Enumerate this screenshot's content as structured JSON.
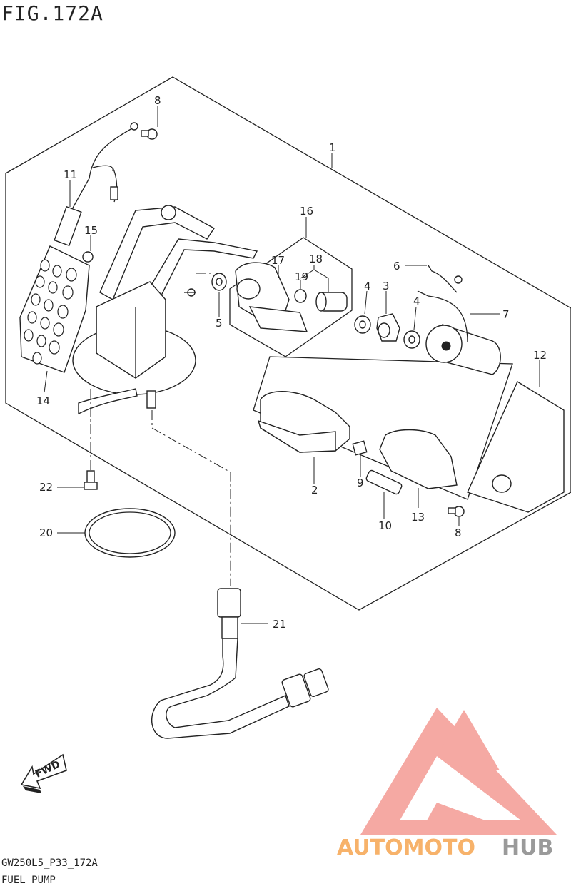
{
  "figure": {
    "title": "FIG.172A"
  },
  "footer": {
    "code": "GW250L5_P33_172A",
    "name": "FUEL PUMP"
  },
  "direction_badge": {
    "label": "FWD"
  },
  "watermark": {
    "brand_left": "AUTOMOTO",
    "brand_right": "HUB",
    "color_left": "#f7b26a",
    "color_right": "#9a9a9a",
    "logo_color": "#f4a09a"
  },
  "callouts": [
    {
      "id": "c1",
      "label": "1"
    },
    {
      "id": "c2",
      "label": "2"
    },
    {
      "id": "c3",
      "label": "3"
    },
    {
      "id": "c4a",
      "label": "4"
    },
    {
      "id": "c4b",
      "label": "4"
    },
    {
      "id": "c5",
      "label": "5"
    },
    {
      "id": "c6",
      "label": "6"
    },
    {
      "id": "c7",
      "label": "7"
    },
    {
      "id": "c8a",
      "label": "8"
    },
    {
      "id": "c8b",
      "label": "8"
    },
    {
      "id": "c9",
      "label": "9"
    },
    {
      "id": "c10",
      "label": "10"
    },
    {
      "id": "c11",
      "label": "11"
    },
    {
      "id": "c12",
      "label": "12"
    },
    {
      "id": "c13",
      "label": "13"
    },
    {
      "id": "c14",
      "label": "14"
    },
    {
      "id": "c15",
      "label": "15"
    },
    {
      "id": "c16",
      "label": "16"
    },
    {
      "id": "c17",
      "label": "17"
    },
    {
      "id": "c18",
      "label": "18"
    },
    {
      "id": "c19",
      "label": "19"
    },
    {
      "id": "c20",
      "label": "20"
    },
    {
      "id": "c21",
      "label": "21"
    },
    {
      "id": "c22",
      "label": "22"
    }
  ]
}
